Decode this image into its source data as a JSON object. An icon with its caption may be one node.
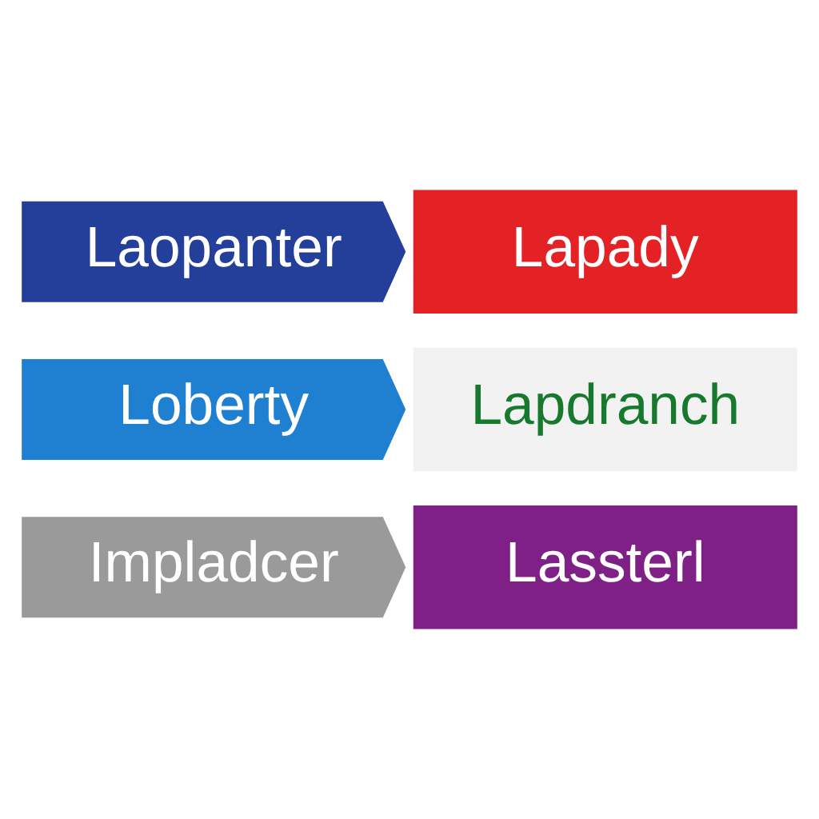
{
  "diagram": {
    "nodes": [
      {
        "text": [
          "Laopanter"
        ]
      },
      {
        "text": [
          "Lapady"
        ]
      },
      {
        "text": [
          "Loberty"
        ]
      },
      {
        "text": [
          "Lapdranch"
        ]
      },
      {
        "text": [
          "Impladcer"
        ]
      },
      {
        "text": [
          "Lassterl"
        ]
      }
    ]
  }
}
